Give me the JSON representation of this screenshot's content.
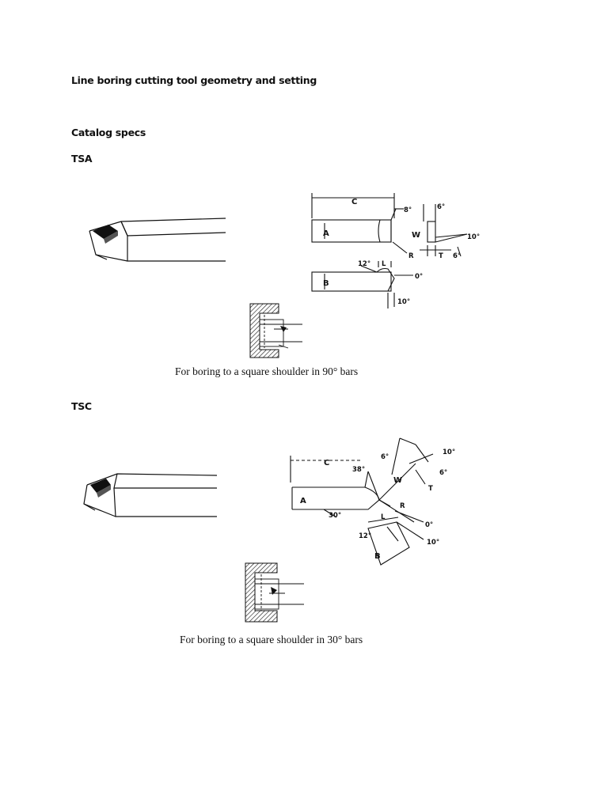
{
  "document": {
    "title": "Line boring cutting tool geometry and setting",
    "subtitle": "Catalog specs"
  },
  "sections": [
    {
      "code": "TSA",
      "caption": "For boring to a square shoulder in 90° bars",
      "dimension_labels": {
        "c": "C",
        "a": "A",
        "b": "B",
        "w": "W",
        "r": "R",
        "t": "T",
        "l": "L",
        "angle_top": "8°",
        "angle_end_top": "6°",
        "angle_end_side": "10°",
        "angle_t": "6°",
        "angle_12": "12°",
        "angle_0": "0°",
        "angle_bottom": "10°"
      }
    },
    {
      "code": "TSC",
      "caption": "For boring to a square shoulder in 30° bars",
      "dimension_labels": {
        "c": "C",
        "a": "A",
        "b": "B",
        "w": "W",
        "r": "R",
        "t": "T",
        "l": "L",
        "angle_38": "38°",
        "angle_6": "6°",
        "angle_10_top": "10°",
        "angle_6_side": "6°",
        "angle_30": "30°",
        "angle_12": "12°",
        "angle_0": "0°",
        "angle_10_bottom": "10°"
      }
    }
  ]
}
